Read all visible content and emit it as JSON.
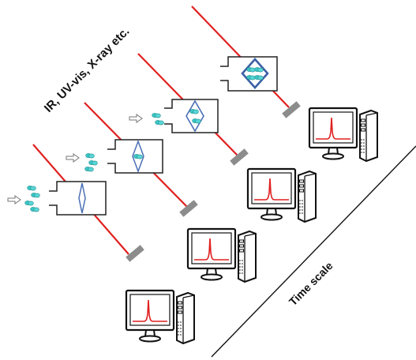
{
  "labels": {
    "beam_type": "IR, UV-vis, X-ray etc.",
    "time_axis": "Time scale"
  },
  "colors": {
    "beam": "#e02020",
    "detector": "#8c8c8c",
    "cell_outline": "#222222",
    "crystal": "#4a6fb5",
    "molecule": "#3cc7c7",
    "spectrum": "#e02020",
    "ink": "#111111"
  },
  "icons": {
    "arrow": "hollow-arrow-icon",
    "molecule": "molecule-icon",
    "computer": "computer-icon"
  },
  "stages": [
    {
      "name": "stage-1",
      "molecules_outside": 4,
      "molecules_in_crystal": 0
    },
    {
      "name": "stage-2",
      "molecules_outside": 3,
      "molecules_in_crystal": 1
    },
    {
      "name": "stage-3",
      "molecules_outside": 2,
      "molecules_in_crystal": 2
    },
    {
      "name": "stage-4",
      "molecules_outside": 0,
      "molecules_in_crystal": 4
    }
  ]
}
